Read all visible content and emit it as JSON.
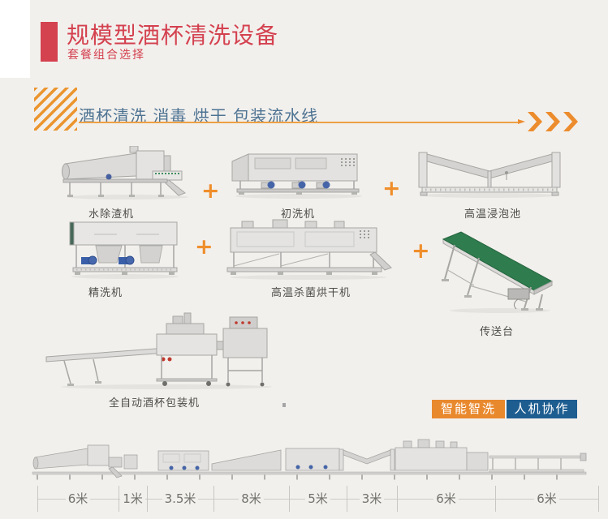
{
  "colors": {
    "background": "#f2f0ed",
    "accent_red": "#d4414f",
    "accent_orange": "#ec8c2d",
    "banner_blue": "#4e7392",
    "badge_orange": "#e9892e",
    "badge_blue": "#1e5d90",
    "conveyor_green": "#2f7c4e"
  },
  "header": {
    "title": "规模型酒杯清洗设备",
    "subtitle": "套餐组合选择"
  },
  "banner": {
    "title": "酒杯清洗 消毒 烘干 包装流水线"
  },
  "flow": {
    "plus_symbol": "+",
    "machines": [
      {
        "label": "水除渣机"
      },
      {
        "label": "初洗机"
      },
      {
        "label": "高温浸泡池"
      },
      {
        "label": "精洗机"
      },
      {
        "label": "高温杀菌烘干机"
      },
      {
        "label": "传送台"
      },
      {
        "label": "全自动酒杯包装机"
      }
    ]
  },
  "badges": [
    {
      "label": "智能智洗"
    },
    {
      "label": "人机协作"
    }
  ],
  "ruler": {
    "segments": [
      {
        "label": "6米"
      },
      {
        "label": "1米"
      },
      {
        "label": "3.5米"
      },
      {
        "label": "8米"
      },
      {
        "label": "5米"
      },
      {
        "label": "3米"
      },
      {
        "label": "6米"
      },
      {
        "label": "6米"
      }
    ]
  }
}
